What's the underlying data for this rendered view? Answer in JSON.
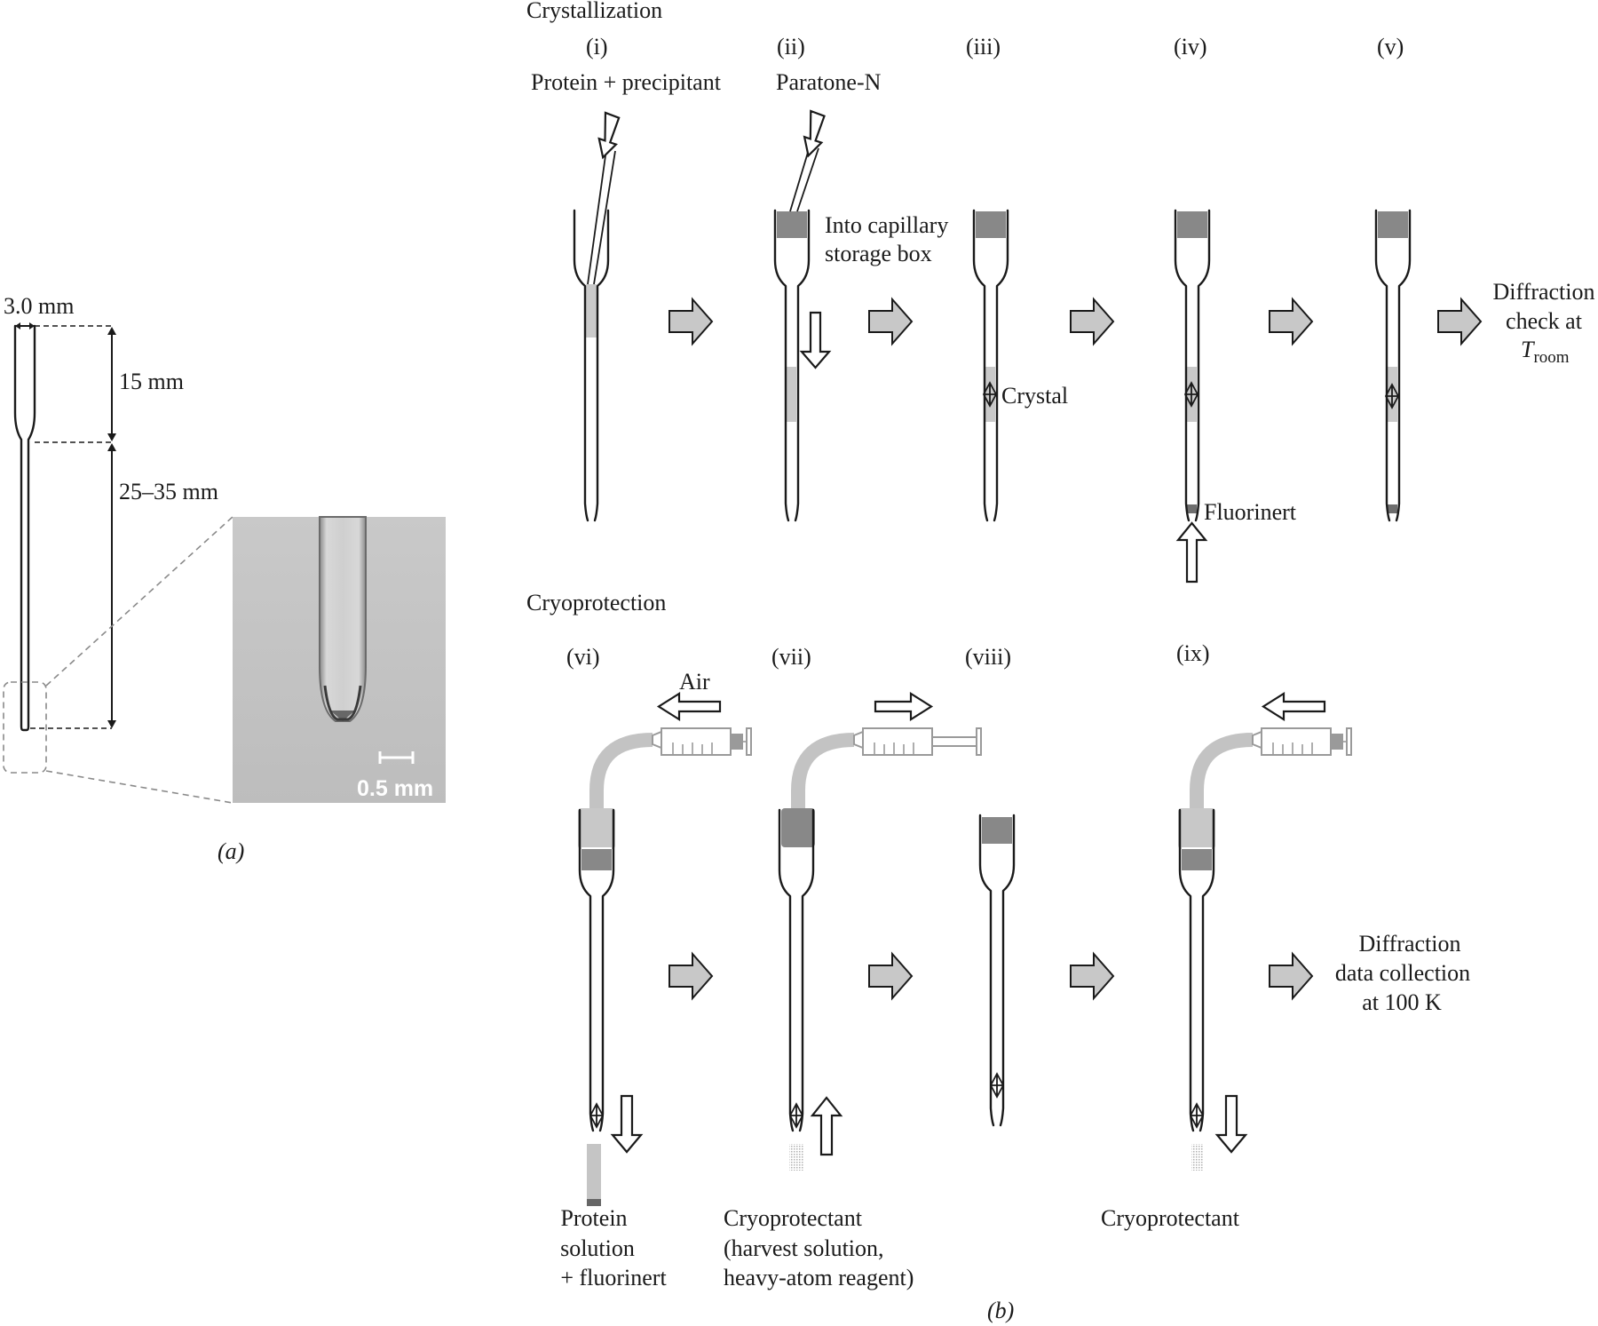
{
  "panel_a": {
    "dim_width": "3.0 mm",
    "dim_upper": "15 mm",
    "dim_lower": "25–35 mm",
    "scale_bar": "0.5 mm",
    "label": "(a)"
  },
  "panel_b": {
    "label": "(b)",
    "crystallization": {
      "title": "Crystallization",
      "steps": [
        "(i)",
        "(ii)",
        "(iii)",
        "(iv)",
        "(v)"
      ],
      "step_i_note": "Protein + precipitant",
      "step_ii_note": "Paratone-N",
      "storage_note_line1": "Into capillary",
      "storage_note_line2": "storage box",
      "crystal_note": "Crystal",
      "fluorinert_note": "Fluorinert",
      "final_line1": "Diffraction",
      "final_line2": "check at",
      "final_line3_T": "T",
      "final_line3_sub": "room"
    },
    "cryoprotection": {
      "title": "Cryoprotection",
      "steps": [
        "(vi)",
        "(vii)",
        "(viii)",
        "(ix)"
      ],
      "air_note": "Air",
      "vi_note_line1": "Protein",
      "vi_note_line2": "solution",
      "vi_note_line3": "+ fluorinert",
      "vii_note_line1": "Cryoprotectant",
      "vii_note_line2": "(harvest solution,",
      "vii_note_line3": "heavy-atom reagent)",
      "ix_note": "Cryoprotectant",
      "final_line1": "Diffraction",
      "final_line2": "data collection",
      "final_line3": "at 100 K"
    }
  }
}
